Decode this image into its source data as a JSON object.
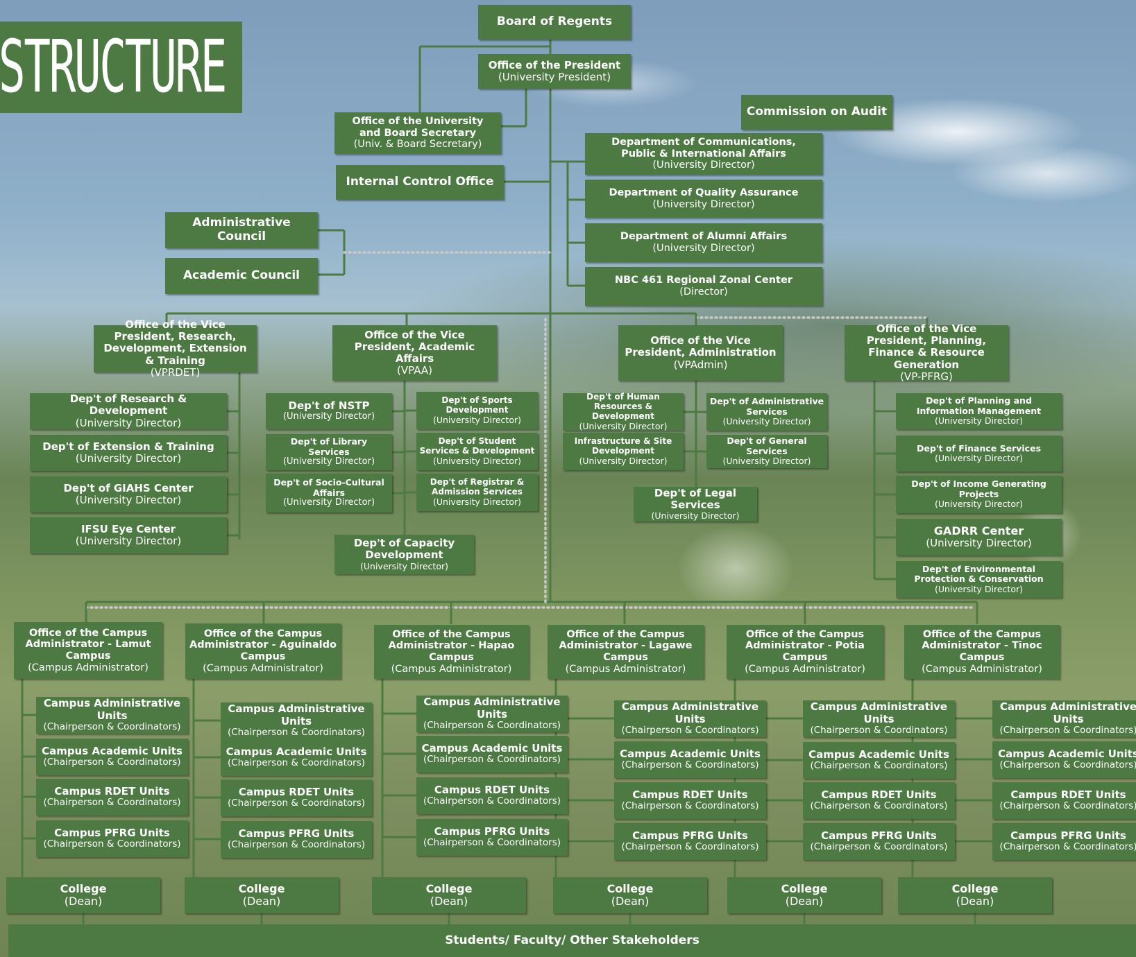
{
  "title": "NAL STRUCTURE",
  "top": {
    "board": "Board of Regents",
    "president": {
      "name": "Office of the President",
      "sub": "(University President)"
    },
    "secretary": {
      "name": "Office of the University and Board Secretary",
      "sub": "(Univ. & Board Secretary)"
    },
    "internal_control": "Internal Control Office",
    "audit": "Commission on Audit",
    "admin_council": "Administrative Council",
    "academic_council": "Academic Council"
  },
  "president_units": [
    {
      "name": "Department of Communications, Public & International Affairs",
      "sub": "(University Director)"
    },
    {
      "name": "Department of Quality Assurance",
      "sub": "(University Director)"
    },
    {
      "name": "Department of Alumni Affairs",
      "sub": "(University Director)"
    },
    {
      "name": "NBC 461 Regional Zonal Center",
      "sub": "(Director)"
    }
  ],
  "vps": [
    {
      "name": "Office of the Vice President, Research, Development, Extension & Training",
      "sub": "(VPRDET)"
    },
    {
      "name": "Office of the Vice President, Academic Affairs",
      "sub": "(VPAA)"
    },
    {
      "name": "Office of the Vice President, Administration",
      "sub": "(VPAdmin)"
    },
    {
      "name": "Office of the Vice President, Planning, Finance & Resource Generation",
      "sub": "(VP-PFRG)"
    }
  ],
  "vprdet_units": [
    {
      "name": "Dep't of Research & Development",
      "sub": "(University Director)"
    },
    {
      "name": "Dep't of Extension & Training",
      "sub": "(University Director)"
    },
    {
      "name": "Dep't of GIAHS Center",
      "sub": "(University Director)"
    },
    {
      "name": "IFSU Eye Center",
      "sub": "(University Director)"
    }
  ],
  "vpaa_left": [
    {
      "name": "Dep't of NSTP",
      "sub": "(University Director)"
    },
    {
      "name": "Dep't of Library Services",
      "sub": "(University Director)"
    },
    {
      "name": "Dep't of Socio-Cultural Affairs",
      "sub": "(University Director)"
    }
  ],
  "vpaa_right": [
    {
      "name": "Dep't of Sports Development",
      "sub": "(University Director)"
    },
    {
      "name": "Dep't of Student Services & Development",
      "sub": "(University Director)"
    },
    {
      "name": "Dep't of Registrar & Admission Services",
      "sub": "(University Director)"
    }
  ],
  "vpaa_bottom": {
    "name": "Dep't of Capacity Development",
    "sub": "(University Director)"
  },
  "vpadmin_left": [
    {
      "name": "Dep't of Human Resources & Development",
      "sub": "(University Director)"
    },
    {
      "name": "Infrastructure & Site Development",
      "sub": "(University Director)"
    }
  ],
  "vpadmin_right": [
    {
      "name": "Dep't of Administrative Services",
      "sub": "(University Director)"
    },
    {
      "name": "Dep't of General Services",
      "sub": "(University Director)"
    }
  ],
  "vpadmin_bottom": {
    "name": "Dep't of Legal Services",
    "sub": "(University Director)"
  },
  "vppfrg_units": [
    {
      "name": "Dep't of Planning and Information Management",
      "sub": "(University Director)"
    },
    {
      "name": "Dep't of Finance Services",
      "sub": "(University Director)"
    },
    {
      "name": "Dep't of Income Generating Projects",
      "sub": "(University Director)"
    },
    {
      "name": "GADRR Center",
      "sub": "(University Director)"
    },
    {
      "name": "Dep't of Environmental Protection & Conservation",
      "sub": "(University Director)"
    }
  ],
  "campuses": [
    {
      "name": "Office of the Campus Administrator - Lamut Campus",
      "sub": "(Campus Administrator)"
    },
    {
      "name": "Office of the Campus Administrator - Aguinaldo Campus",
      "sub": "(Campus Administrator)"
    },
    {
      "name": "Office of the Campus Administrator - Hapao Campus",
      "sub": "(Campus Administrator)"
    },
    {
      "name": "Office of the Campus Administrator - Lagawe Campus",
      "sub": "(Campus Administrator)"
    },
    {
      "name": "Office of the Campus Administrator - Potia Campus",
      "sub": "(Campus Administrator)"
    },
    {
      "name": "Office of the Campus Administrator - Tinoc Campus",
      "sub": "(Campus Administrator)"
    }
  ],
  "campus_units": [
    {
      "name": "Campus Administrative Units",
      "sub": "(Chairperson & Coordinators)"
    },
    {
      "name": "Campus Academic Units",
      "sub": "(Chairperson & Coordinators)"
    },
    {
      "name": "Campus RDET Units",
      "sub": "(Chairperson & Coordinators)"
    },
    {
      "name": "Campus PFRG Units",
      "sub": "(Chairperson & Coordinators)"
    }
  ],
  "college": {
    "name": "College",
    "sub": "(Dean)"
  },
  "stakeholders": "Students/ Faculty/ Other Stakeholders"
}
